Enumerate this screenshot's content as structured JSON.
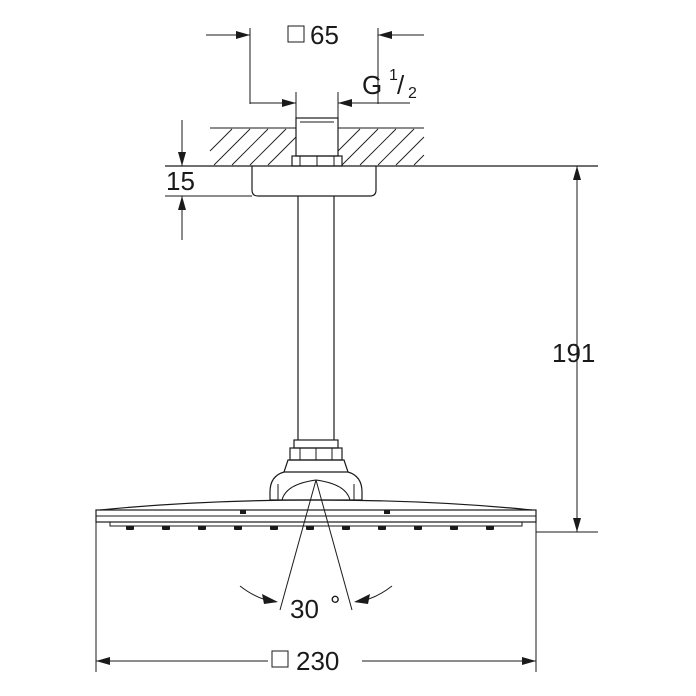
{
  "dimensions": {
    "flange_size": {
      "symbol": "□",
      "value": "65"
    },
    "thread": {
      "prefix": "G",
      "numerator": "1",
      "slash": "/",
      "denominator": "2"
    },
    "flange_thickness": {
      "value": "15"
    },
    "height": {
      "value": "191"
    },
    "spray_angle": {
      "value": "30",
      "unit": "°"
    },
    "head_size": {
      "symbol": "□",
      "value": "230"
    }
  }
}
